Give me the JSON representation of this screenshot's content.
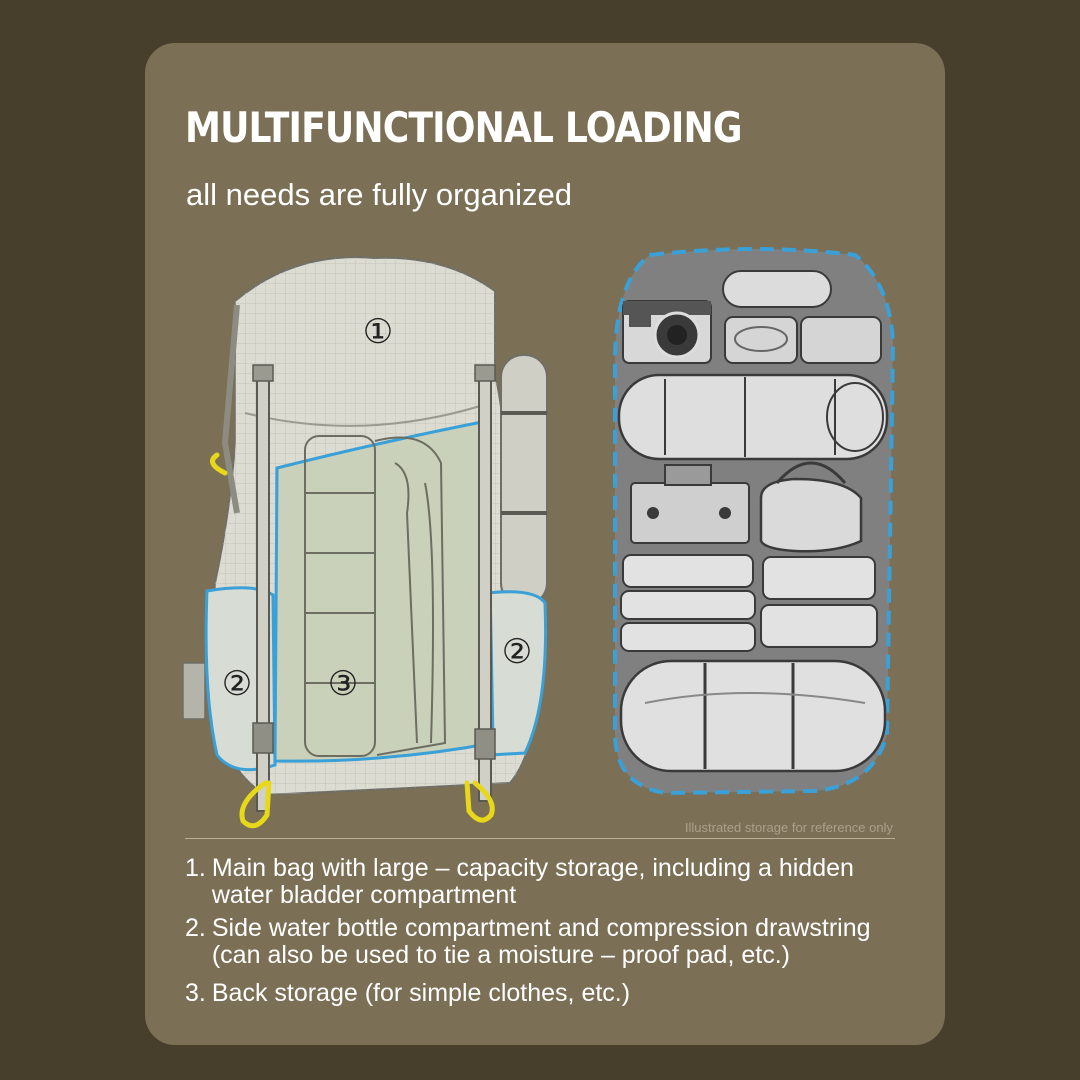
{
  "header": {
    "title": "MULTIFUNCTIONAL LOADING",
    "subtitle": "all needs are fully organized"
  },
  "illustration": {
    "labels": {
      "main": "①",
      "side_left": "②",
      "side_right": "②",
      "back": "③"
    },
    "colors": {
      "highlight_outline": "#3aa0d8",
      "carabiner": "#e8d81a",
      "backpack_fill": "#dcdcd2",
      "back_panel_fill": "#c9d1ba",
      "organizer_fill": "#808080"
    }
  },
  "caption": "Illustrated storage for reference only",
  "features": [
    {
      "num": "1.",
      "text": "Main bag with large – capacity storage, including a hidden water bladder compartment"
    },
    {
      "num": "2.",
      "text": "Side water bottle compartment and compression drawstring (can also be used to tie a moisture – proof pad, etc.)"
    },
    {
      "num": "3.",
      "text": "Back storage (for simple clothes, etc.)"
    }
  ]
}
